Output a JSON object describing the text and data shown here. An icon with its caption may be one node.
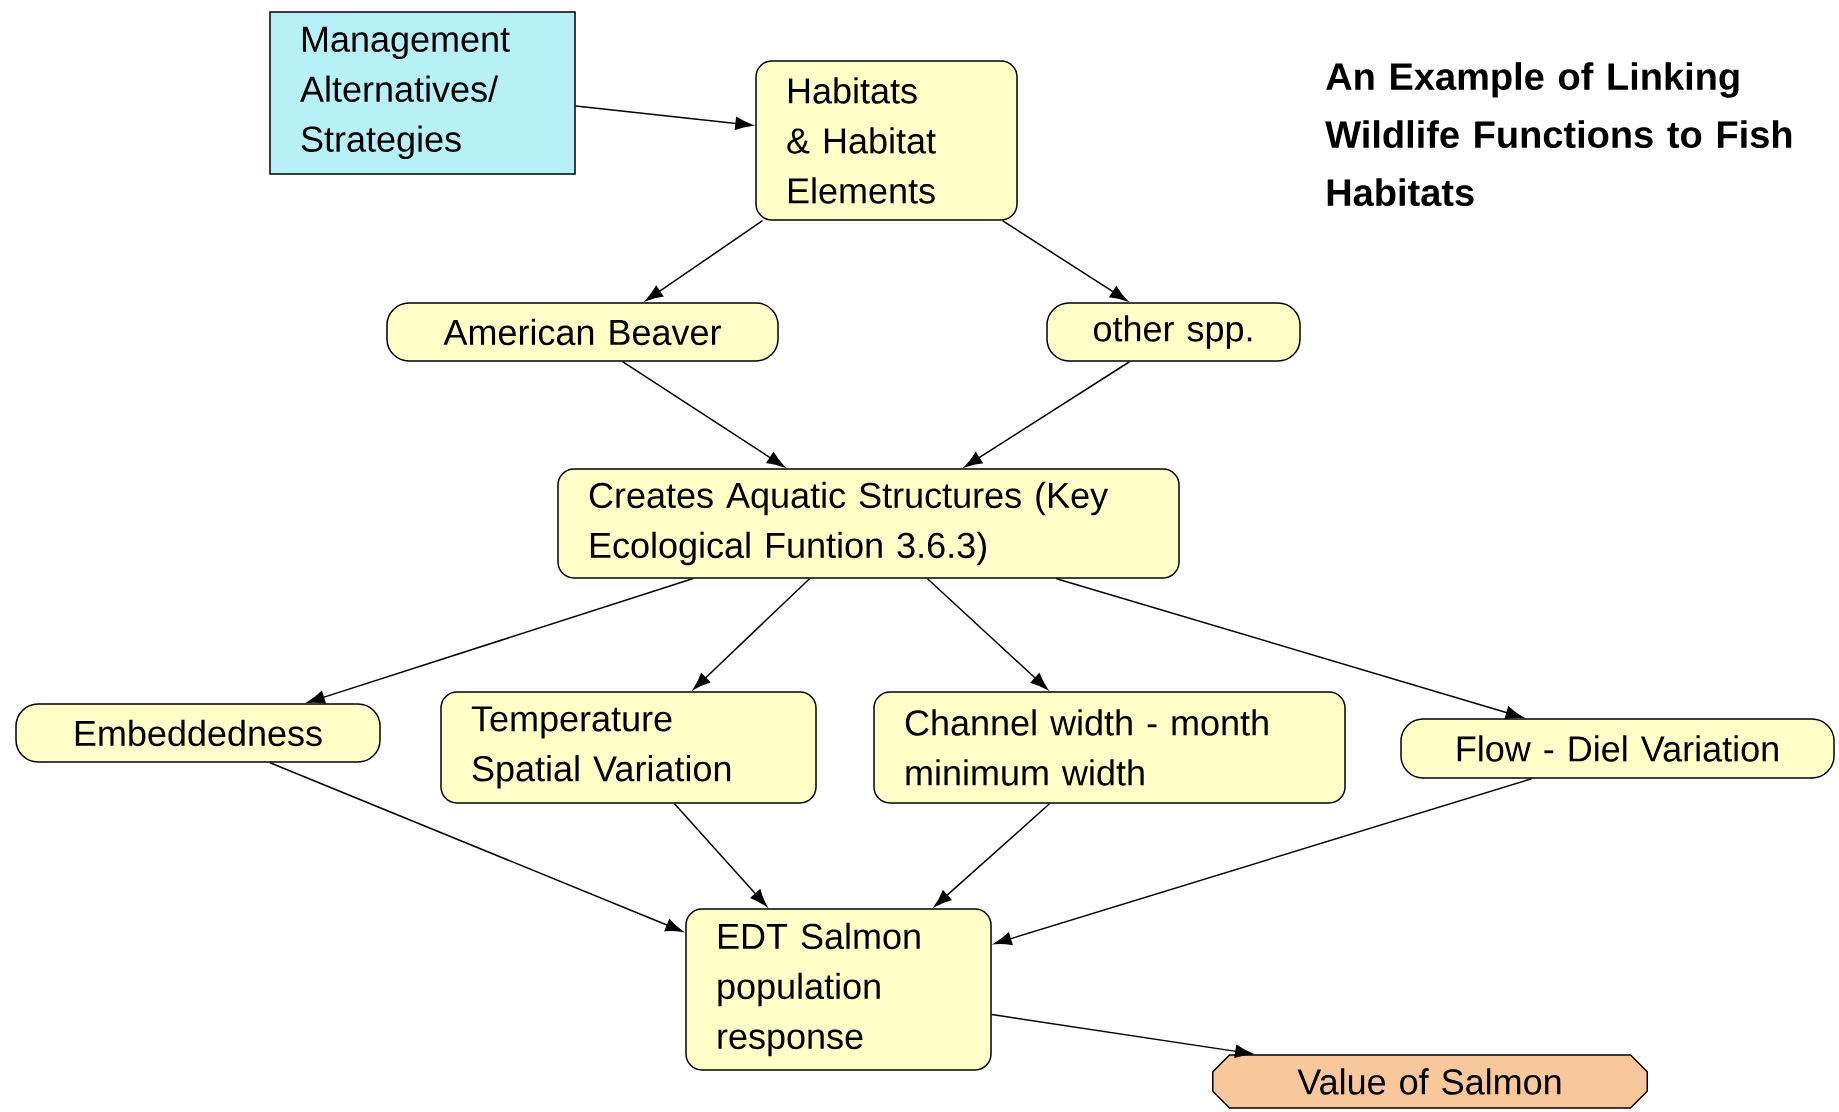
{
  "diagram": {
    "title": "An Example of Linking Wildlife Functions to Fish Habitats",
    "nodes": [
      {
        "text": [
          "Management Alternatives/ Strategies"
        ]
      },
      {
        "text": [
          "Habitats & Habitat Elements"
        ]
      },
      {
        "text": [
          "American Beaver"
        ]
      },
      {
        "text": [
          "other spp."
        ]
      },
      {
        "text": [
          "Creates Aquatic Structures (Key Ecological Funtion 3.6.3)"
        ]
      },
      {
        "text": [
          "Embeddedness"
        ]
      },
      {
        "text": [
          "Temperature Spatial Variation"
        ]
      },
      {
        "text": [
          "Channel width - month minimum width"
        ]
      },
      {
        "text": [
          "Flow - Diel Variation"
        ]
      },
      {
        "text": [
          "EDT Salmon population response"
        ]
      },
      {
        "text": [
          "Value of Salmon"
        ]
      }
    ],
    "edges": [
      {
        "from": 0,
        "to": 1,
        "arrow": "to"
      },
      {
        "from": 1,
        "to": 2,
        "arrow": "to"
      },
      {
        "from": 1,
        "to": 3,
        "arrow": "to"
      },
      {
        "from": 2,
        "to": 4,
        "arrow": "to"
      },
      {
        "from": 3,
        "to": 4,
        "arrow": "to"
      },
      {
        "from": 4,
        "to": 5,
        "arrow": "to"
      },
      {
        "from": 4,
        "to": 6,
        "arrow": "to"
      },
      {
        "from": 4,
        "to": 7,
        "arrow": "to"
      },
      {
        "from": 4,
        "to": 8,
        "arrow": "to"
      },
      {
        "from": 5,
        "to": 9,
        "arrow": "to"
      },
      {
        "from": 6,
        "to": 9,
        "arrow": "to"
      },
      {
        "from": 7,
        "to": 9,
        "arrow": "to"
      },
      {
        "from": 8,
        "to": 9,
        "arrow": "to"
      },
      {
        "from": 9,
        "to": 10,
        "arrow": "to"
      }
    ]
  }
}
